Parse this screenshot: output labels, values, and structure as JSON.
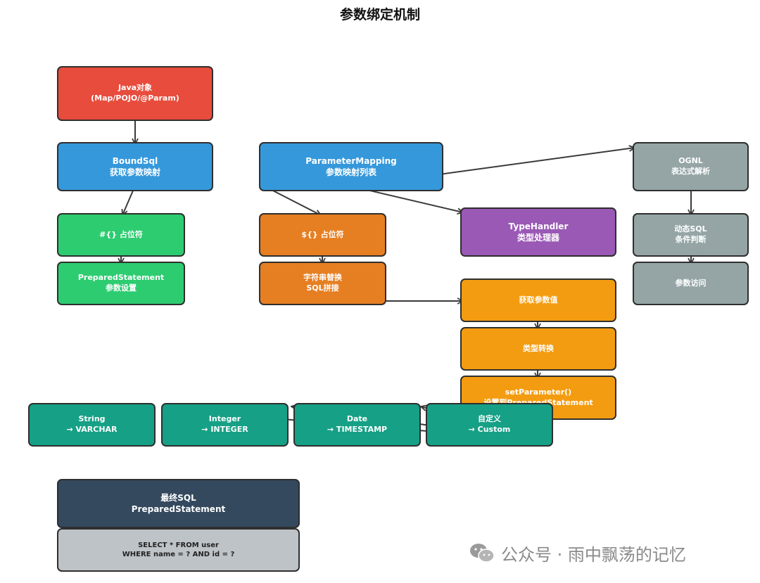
{
  "title": "参数绑定机制",
  "nodes": {
    "java_object": [
      "Java对象",
      "(Map/POJO/@Param)"
    ],
    "boundsql": [
      "BoundSql",
      "获取参数映射"
    ],
    "parameter_mapping": [
      "ParameterMapping",
      "参数映射列表"
    ],
    "ognl": [
      "OGNL",
      "表达式解析"
    ],
    "hash_placeholder": [
      "#{} 占位符"
    ],
    "dollar_placeholder": [
      "${} 占位符"
    ],
    "type_handler": [
      "TypeHandler",
      "类型处理器"
    ],
    "dynamic_sql": [
      "动态SQL",
      "条件判断"
    ],
    "prepared_statement_set": [
      "PreparedStatement",
      "参数设置"
    ],
    "string_replace": [
      "字符串替换",
      "SQL拼接"
    ],
    "param_access": [
      "参数访问"
    ],
    "get_param_value": [
      "获取参数值"
    ],
    "type_convert": [
      "类型转换"
    ],
    "set_parameter": [
      "setParameter()",
      "设置到PreparedStatement"
    ],
    "string_varchar": [
      "String",
      "→ VARCHAR"
    ],
    "integer_integer": [
      "Integer",
      "→ INTEGER"
    ],
    "date_timestamp": [
      "Date",
      "→ TIMESTAMP"
    ],
    "custom": [
      "自定义",
      "→ Custom"
    ],
    "final_sql": [
      "最终SQL",
      "PreparedStatement"
    ],
    "sql_text": [
      "SELECT * FROM user",
      "WHERE name = ? AND id = ?"
    ]
  },
  "watermark": "公众号 · 雨中飘荡的记忆",
  "colors": {
    "red": "#e74c3c",
    "blue": "#3498db",
    "green": "#2ecc71",
    "orange": "#e67e22",
    "purple": "#9b59b6",
    "gray": "#95a5a6",
    "yellow": "#f39c12",
    "teal": "#16a085",
    "navy": "#34495e",
    "silver": "#bdc3c7"
  }
}
